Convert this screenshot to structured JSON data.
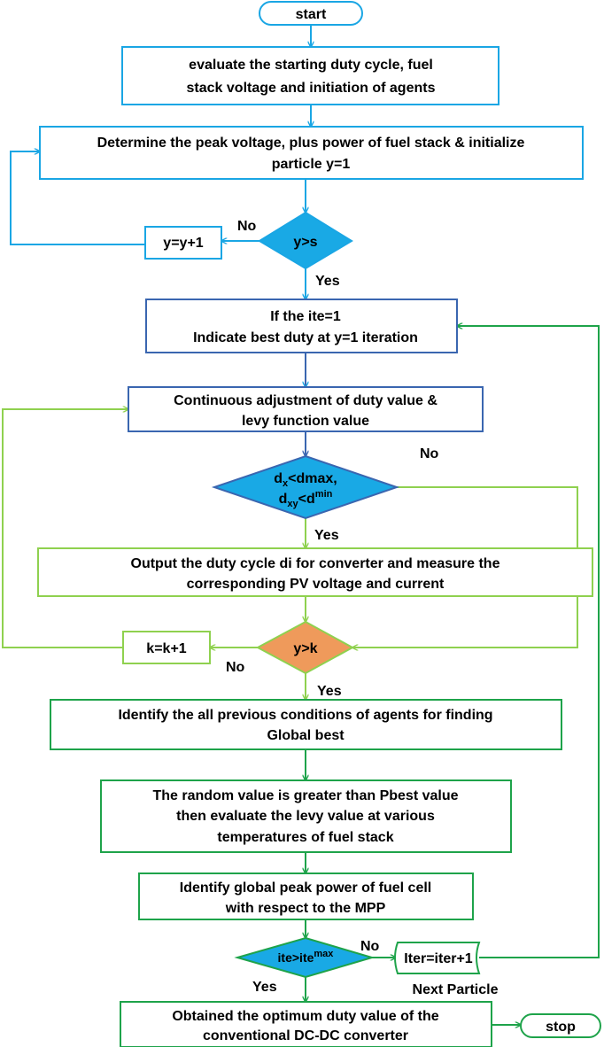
{
  "colors": {
    "blue_light": "#1aa6e4",
    "blue_dark": "#3a66b0",
    "green_light": "#8fd14f",
    "green_dark": "#1ea34a",
    "diamond_blue": "#19a9e5",
    "diamond_orange": "#ef9a5b"
  },
  "nodes": {
    "start": "start",
    "evaluate": [
      "evaluate the starting duty cycle, fuel",
      "stack voltage and initiation of agents"
    ],
    "determine": [
      "Determine the peak voltage, plus power of fuel stack &  initialize",
      "particle  y=1"
    ],
    "y_inc": "y=y+1",
    "y_gt_s": "y>s",
    "if_ite": [
      "If the ite=1",
      "Indicate best duty at y=1 iteration"
    ],
    "continuous": [
      "Continuous adjustment of duty value &",
      "levy function value"
    ],
    "dcond": {
      "line1_a": "d",
      "line1_sub": "x",
      "line1_b": "<dmax,",
      "line2_a": "d",
      "line2_sub": "xy",
      "line2_b": "<d",
      "line2_sup": "min"
    },
    "output": [
      "Output the duty cycle di for converter and measure the",
      "corresponding PV voltage and current"
    ],
    "k_inc": "k=k+1",
    "y_gt_k": "y>k",
    "identify_prev": [
      "Identify the all previous conditions of agents for finding",
      "Global best"
    ],
    "random": [
      "The random value is greater than Pbest value",
      "then evaluate the levy value at various",
      "temperatures of fuel stack"
    ],
    "identify_global": [
      "Identify global peak power of fuel cell",
      "with respect to the MPP"
    ],
    "ite_gt": {
      "base": "ite>ite",
      "sup": "max"
    },
    "iter_inc": "Iter=iter+1",
    "next_particle": "Next Particle",
    "obtained": [
      "Obtained the optimum duty value of the",
      "conventional DC-DC converter"
    ],
    "stop": "stop"
  },
  "edge_labels": {
    "no_ys": "No",
    "yes_ys": "Yes",
    "no_dcond": "No",
    "yes_dcond": "Yes",
    "no_yk": "No",
    "yes_yk": "Yes",
    "no_ite": "No",
    "yes_ite": "Yes"
  }
}
